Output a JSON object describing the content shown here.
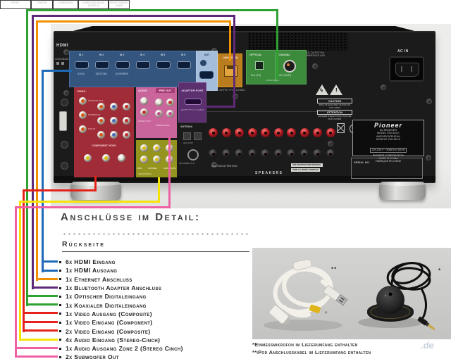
{
  "page": {
    "bg": "#ffffff",
    "watermark": ".de"
  },
  "colors": {
    "wire_blue": "#1e6ab8",
    "wire_orange": "#f29100",
    "wire_purple": "#5e2a78",
    "wire_green": "#2fa133",
    "wire_red": "#e5231b",
    "wire_yellow": "#f6e405",
    "wire_pink": "#ee5fa4",
    "box_hdmi": "#33557e",
    "box_hdmi_out": "#a3bddb",
    "box_lan": "#b97c1e",
    "box_digital": "#3c8a3c",
    "box_video": "#a02c38",
    "box_audio": "#c9659a",
    "box_analog": "#94941f",
    "box_adapter": "#5c2f6e"
  },
  "receiver": {
    "hdmi_section": "HDMI",
    "assignable": "ASSIGNABLE",
    "hdmi_ports": [
      "IN 1",
      "IN 2",
      "IN 3",
      "IN 4",
      "IN 5",
      "IN 6"
    ],
    "hdmi_subs": [
      "(DVD)",
      "(SAT/CBL)",
      "(DVR/BDR)",
      "",
      "",
      ""
    ],
    "hdmi_out": "OUT",
    "lan_label": "LAN (10/100)",
    "dc_out_top": "DC OUTPUT for WIRELESS LAN",
    "dc_out_bottom": "OUTPUT 5 V 0.1 A MAX",
    "optical": "OPTICAL",
    "coaxial": "COAXIAL",
    "digital_in1": "IN 1 (TV)",
    "digital_in2": "IN 2 (DVD)",
    "digital_assignable": "ASSIGNABLE",
    "video_label": "VIDEO",
    "video_jacks": [
      "MONITOR OUT",
      "DVR/BDR IN",
      "DVD IN"
    ],
    "component_label": "COMPONENT VIDEO",
    "audio_label": "AUDIO",
    "preout_label": "PRE OUT",
    "zone2_label": "ZONE 2 OUT",
    "subwoofer_label": "SUBWOOFER",
    "analog_labels": [
      "DVD",
      "SAT/CBL",
      "ANALOG IN"
    ],
    "analog_assignable": "ASSIGNABLE",
    "adapter_label": "ADAPTER PORT",
    "adapter_sub": "OUTPUT 5 V 0.1 A MAX",
    "antenna_label": "ANTENNA",
    "am_label": "AM LOOP",
    "fm_label": "FM UNBAL 75 Ω",
    "speaker_groups": [
      "FRONT",
      "CENTER",
      "SURROUND",
      "SURROUND BACK (ZONE 2)",
      "FRONT HEIGHT / WIDE"
    ],
    "speakers_label": "SPEAKERS",
    "speaker_caution": "CAUTION   ATTENTION",
    "manual_note_en": "SEE INSTRUCTION MANUAL",
    "manual_note_fr": "VOIR LE MODE D'EMPLOI",
    "caution": "CAUTION",
    "caution_sub": "RISK OF ELECTRIC SHOCK DO NOT OPEN",
    "attention": "ATTENTION",
    "attention_sub": "DANGER D'ELECTROCUTION NE PAS OUVRIR",
    "ce_mark": "CE",
    "pse_mark": "PSE",
    "brand": "Pioneer",
    "brand_lines": [
      "AV RECEIVER",
      "MODEL VSX-922-K",
      "AMPLIFICATEUR AV",
      "MODELE VSX-922-K"
    ],
    "power_rating": "220-230 V ~  50/60 Hz  330 W",
    "corp_lines": [
      "PIONEER CORPORATION",
      "MADE IN CHINA",
      "FABRIQUE EN CHINE"
    ],
    "serial_label": "SERIAL  NO.",
    "ac_in": "AC IN"
  },
  "legend": {
    "title": "Anschlüsse im Detail:",
    "subtitle": "Rückseite",
    "items": [
      {
        "label": "6x HDMI Eingang",
        "color": "#1e6ab8"
      },
      {
        "label": "1x HDMI Ausgang",
        "color": "#1e6ab8"
      },
      {
        "label": "1x Ethernet Anschluss",
        "color": "#f29100"
      },
      {
        "label": "1x Bluetooth Adapter Anschluss",
        "color": "#5e2a78"
      },
      {
        "label": "1x Optischer Digitaleingang",
        "color": "#2fa133"
      },
      {
        "label": "1x Koaxialer Digitaleingang",
        "color": "#2fa133"
      },
      {
        "label": "1x Video Ausgang (Composite)",
        "color": "#e5231b"
      },
      {
        "label": "1x Video Eingang (Component)",
        "color": "#e5231b"
      },
      {
        "label": "2x Video Eingang (Composite)",
        "color": "#e5231b"
      },
      {
        "label": "4x Audio Eingang (Stereo-Cinch)",
        "color": "#f6e405"
      },
      {
        "label": "1x Audio Ausgang Zone 2 (Stereo Cinch)",
        "color": "#ee5fa4"
      },
      {
        "label": "2x Subwoofer Out",
        "color": "#ee5fa4"
      }
    ]
  },
  "accessories": {
    "cable_mark": "**",
    "mic_mark": "*",
    "notes": [
      "*Einmessmikrofon im Lieferumfang enthalten",
      "**iPod Anschlusskabel im Lieferumfang enthalten"
    ]
  }
}
